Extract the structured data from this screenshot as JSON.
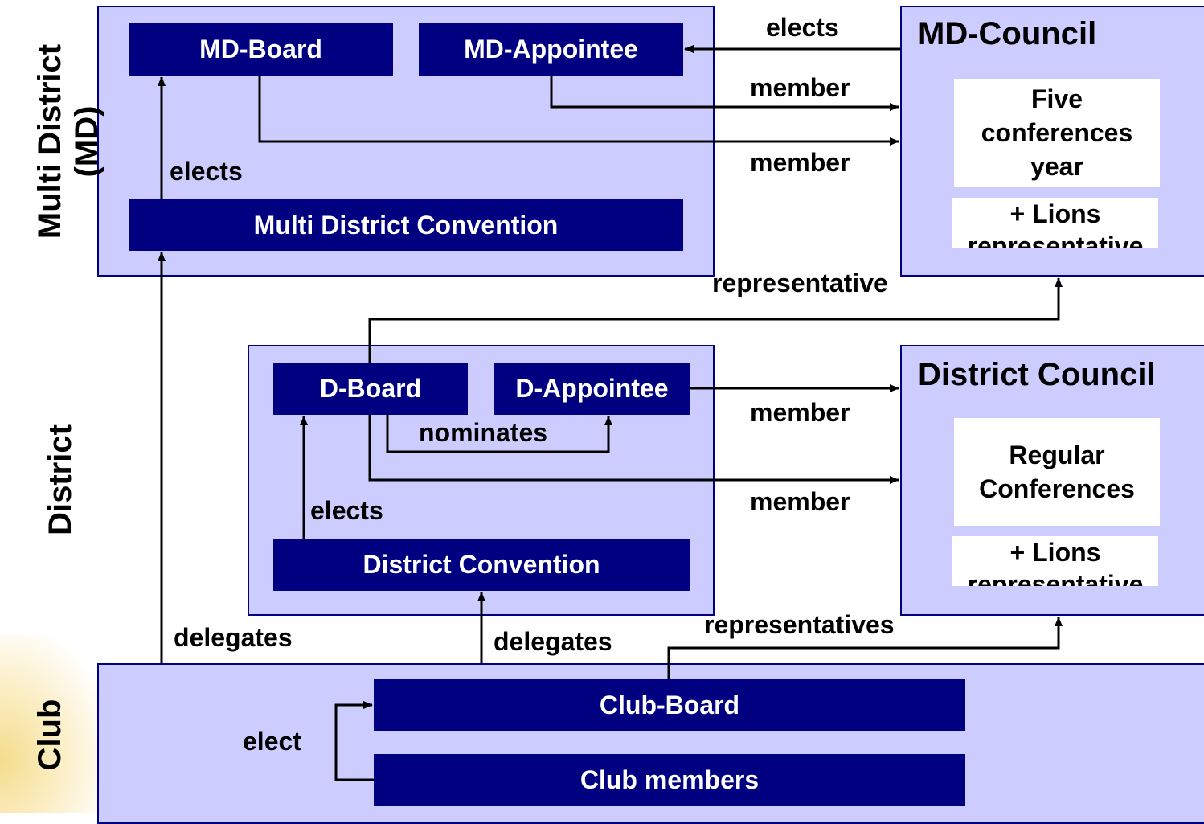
{
  "levels": {
    "md": "Multi District\n(MD)",
    "district": "District",
    "club": "Club"
  },
  "md": {
    "board": "MD-Board",
    "appointee": "MD-Appointee",
    "convention": "Multi District Convention",
    "elects": "elects"
  },
  "md_council": {
    "title": "MD-Council",
    "conferences": "Five\nconferences\nyear",
    "lions_rep": "+ Lions\nrepresentative"
  },
  "district": {
    "board": "D-Board",
    "appointee": "D-Appointee",
    "convention": "District Convention",
    "nominates": "nominates",
    "elects": "elects"
  },
  "district_council": {
    "title": "District Council",
    "conferences": "Regular\nConferences",
    "lions_rep": "+ Lions\nrepresentative"
  },
  "club": {
    "board": "Club-Board",
    "members": "Club members",
    "elect": "elect"
  },
  "edges": {
    "md_elects": "elects",
    "md_member_1": "member",
    "md_member_2": "member",
    "md_representative": "representative",
    "d_member_1": "member",
    "d_member_2": "member",
    "delegates_md": "delegates",
    "delegates_d": "delegates",
    "representatives": "representatives"
  },
  "colors": {
    "region_fill": "#ccccff",
    "box_fill": "#000080",
    "box_text": "#ffffff"
  }
}
